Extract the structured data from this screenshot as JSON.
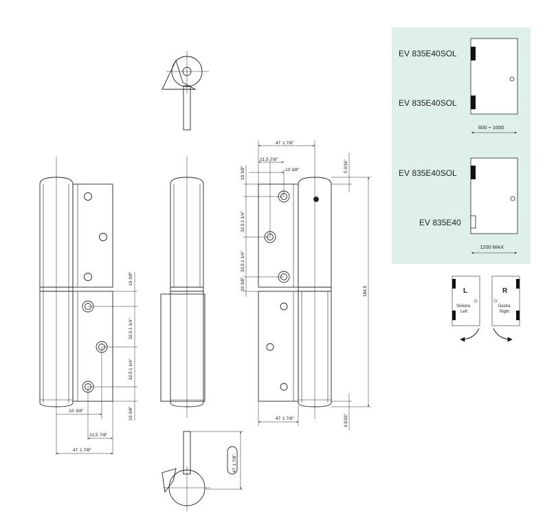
{
  "drawing": {
    "dims": {
      "d10_3_8": "10",
      "d10_3_8_imp": "3/8\"",
      "d32_5": "32,5",
      "d32_5_imp": "1 1/4\"",
      "d21_5": "21,5",
      "d21_5_imp": "7/8\"",
      "d47": "47",
      "d47_imp": "1 7/8\"",
      "d5": "5",
      "d5_imp": "3/16\"",
      "d4": "4",
      "d4_imp": "3/16\"",
      "d184_5": "184,5"
    }
  },
  "configs": {
    "panel_bg": "#def0e9",
    "top_label_1": "EV 835E40SOL",
    "top_label_2": "EV 835E40SOL",
    "top_width": "600 ÷ 1000",
    "bottom_label_1": "EV 835E40SOL",
    "bottom_label_2": "EV 835E40",
    "bottom_width": "1200 MAX"
  },
  "hand": {
    "left_letter": "L",
    "left_it": "Sinistra",
    "left_en": "Left",
    "right_letter": "R",
    "right_it": "Destra",
    "right_en": "Right"
  }
}
